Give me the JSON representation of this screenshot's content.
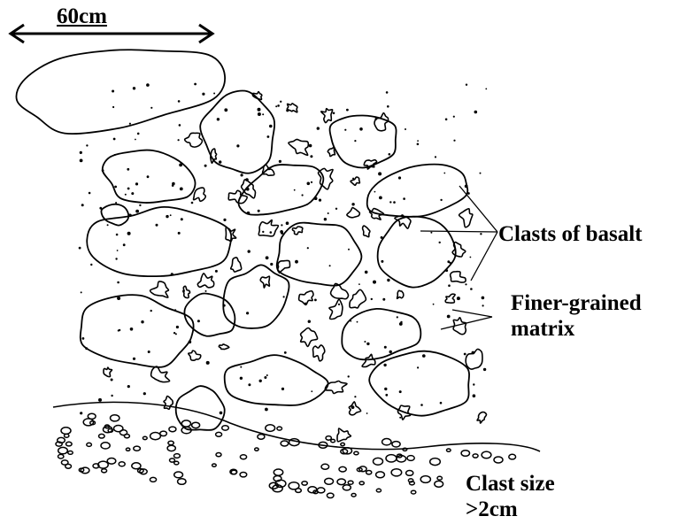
{
  "diagram": {
    "scale_bar_label": "60cm",
    "labels": {
      "clasts_of_basalt": "Clasts of basalt",
      "finer_grained_line1": "Finer-grained",
      "finer_grained_line2": "matrix",
      "clast_size_line1": "Clast size",
      "clast_size_line2": ">2cm"
    }
  }
}
